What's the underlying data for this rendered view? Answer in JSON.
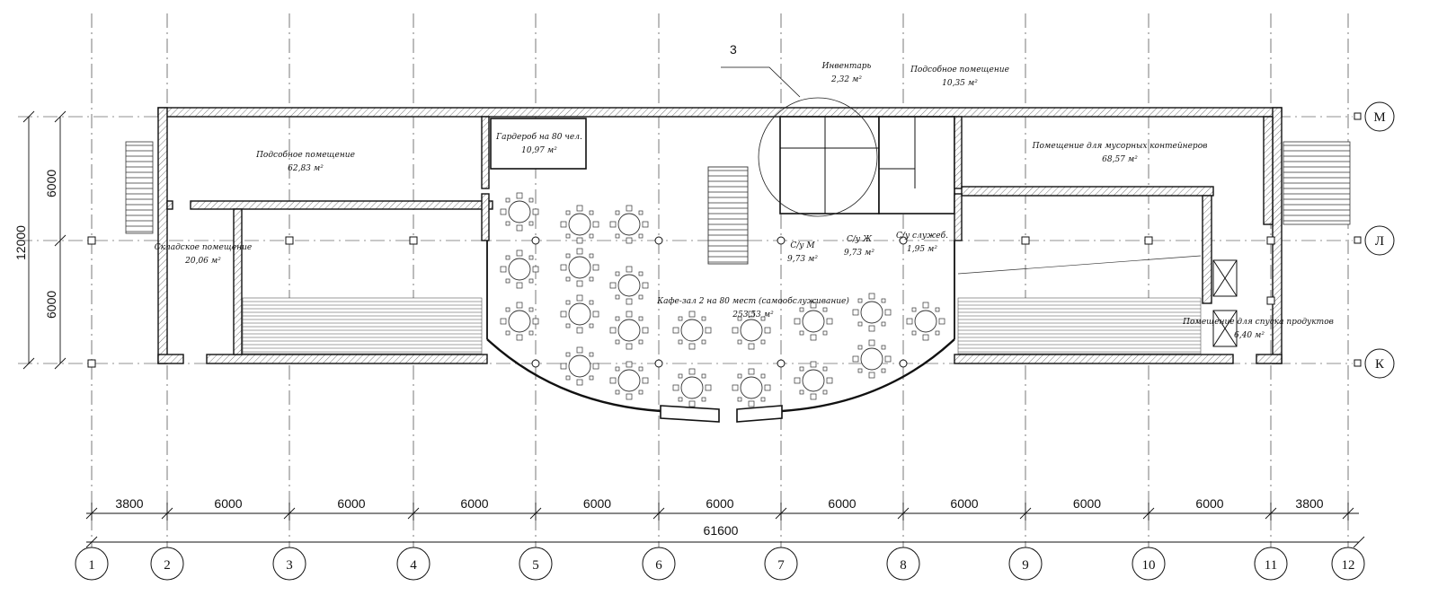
{
  "column_axes": [
    "1",
    "2",
    "3",
    "4",
    "5",
    "6",
    "7",
    "8",
    "9",
    "10",
    "11",
    "12"
  ],
  "row_axes": [
    "М",
    "Л",
    "К"
  ],
  "dimensions": {
    "spans": [
      "3800",
      "6000",
      "6000",
      "6000",
      "6000",
      "6000",
      "6000",
      "6000",
      "6000",
      "6000",
      "3800"
    ],
    "total": "61600",
    "vertical": [
      "6000",
      "6000"
    ],
    "vertical_total": "12000"
  },
  "rooms": [
    {
      "name": "Подсобное помещение",
      "area": "62,83 м²"
    },
    {
      "name": "Гардероб на 80 чел.",
      "area": "10,97 м²"
    },
    {
      "name": "Складское помещение",
      "area": "20,06 м²"
    },
    {
      "name": "Инвентарь",
      "area": "2,32 м²"
    },
    {
      "name": "Подсобное помещение",
      "area": "10,35 м²"
    },
    {
      "name": "Помещение для мусорных контейнеров",
      "area": "68,57 м²"
    },
    {
      "name": "С/у М",
      "area": "9,73 м²"
    },
    {
      "name": "С/у Ж",
      "area": "9,73 м²"
    },
    {
      "name": "С/у служеб.",
      "area": "1,95 м²"
    },
    {
      "name": "Кафе-зал 2 на 80 мест (самообслуживание)",
      "area": "253,53 м²"
    },
    {
      "name": "Помещение для спуска продуктов",
      "area": "6,40 м²"
    }
  ],
  "callout": "3"
}
